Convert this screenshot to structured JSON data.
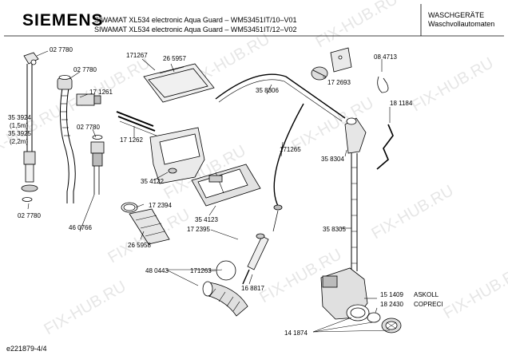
{
  "header": {
    "brand": "SIEMENS",
    "model_line_1": "SIWAMAT XL534 electronic Aqua Guard – WM53451IT/10–V01",
    "model_line_2": "SIWAMAT XL534 electronic Aqua Guard – WM53451IT/12–V02",
    "category_line_1": "WASCHGERÄTE",
    "category_line_2": "Waschvollautomaten"
  },
  "footer": {
    "document_id": "e221879-4/4"
  },
  "watermark": {
    "text": "FIX-HUB.RU"
  },
  "part_numbers": {
    "p027780a": "02 7780",
    "p027780b": "02 7780",
    "p027780c": "02 7780",
    "p027780d": "02 7780",
    "p353924": "35 3924",
    "p353924_len": "(1,5m)",
    "p353925": "35 3925",
    "p353925_len": "(2,2m)",
    "p171261": "17 1261",
    "p460766": "46 0766",
    "p171267": "171267",
    "p265957": "26 5957",
    "p171262": "17 1262",
    "p354122": "35 4122",
    "p172394": "17 2394",
    "p354123": "35 4123",
    "p265958": "26 5958",
    "p172395": "17 2395",
    "p480443": "48 0443",
    "p171263": "171263",
    "p168817": "16 8817",
    "p358306": "35 8306",
    "p171265": "171265",
    "p172693": "17 2693",
    "p358304": "35 8304",
    "p358305": "35 8305",
    "p084713": "08 4713",
    "p181184": "18 1184",
    "p151409": "15 1409",
    "p151409_maker": "ASKOLL",
    "p182430": "18 2430",
    "p182430_maker": "COPRECI",
    "p141874": "14 1874"
  }
}
